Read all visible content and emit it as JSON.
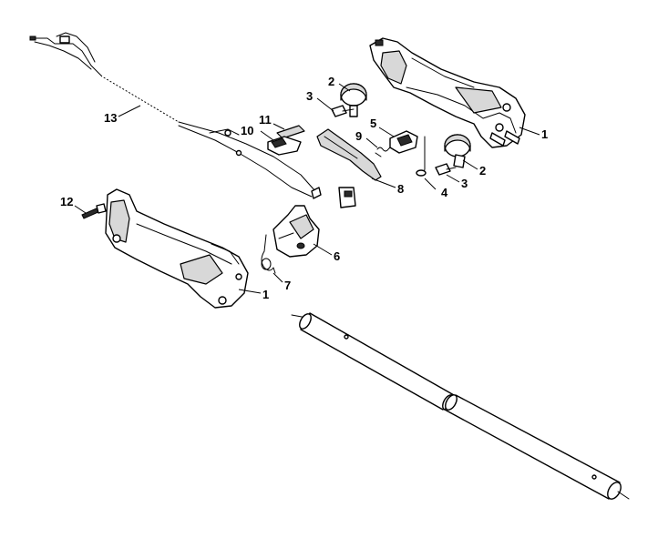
{
  "callouts": [
    {
      "id": "13",
      "label": "13"
    },
    {
      "id": "11",
      "label": "11"
    },
    {
      "id": "10",
      "label": "10"
    },
    {
      "id": "3a",
      "label": "3"
    },
    {
      "id": "2a",
      "label": "2"
    },
    {
      "id": "1a",
      "label": "1"
    },
    {
      "id": "5",
      "label": "5"
    },
    {
      "id": "9",
      "label": "9"
    },
    {
      "id": "2b",
      "label": "2"
    },
    {
      "id": "3b",
      "label": "3"
    },
    {
      "id": "4",
      "label": "4"
    },
    {
      "id": "8",
      "label": "8"
    },
    {
      "id": "12",
      "label": "12"
    },
    {
      "id": "6",
      "label": "6"
    },
    {
      "id": "7",
      "label": "7"
    },
    {
      "id": "1b",
      "label": "1"
    }
  ]
}
